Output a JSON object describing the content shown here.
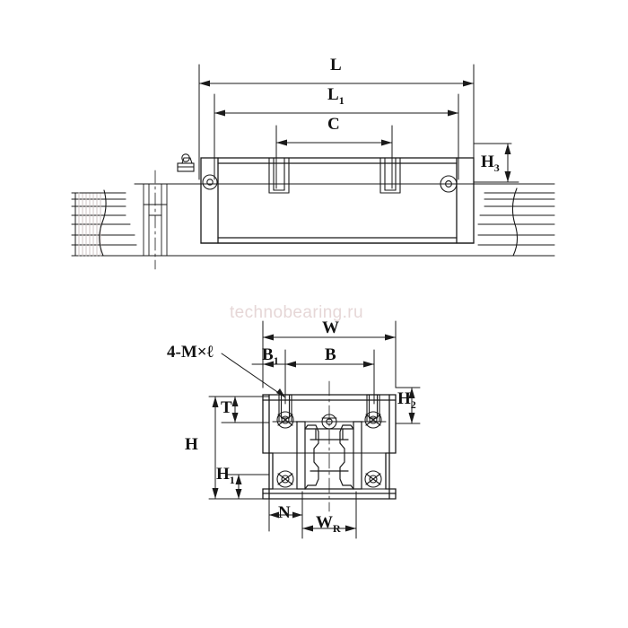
{
  "page": {
    "watermark": "technobearing.ru",
    "background": "#ffffff",
    "line_color": "#1a1a1a"
  },
  "diagram": {
    "type": "linear-guide-technical-drawing",
    "views": [
      {
        "name": "side-view",
        "description": "Linear guideway block mounted on rail, side elevation"
      },
      {
        "name": "front-view",
        "description": "Linear guideway block cross-section, front elevation"
      }
    ]
  },
  "labels": {
    "side": {
      "L": {
        "text": "L",
        "sub": ""
      },
      "L1": {
        "text": "L",
        "sub": "1"
      },
      "C": {
        "text": "C",
        "sub": ""
      },
      "H3": {
        "text": "H",
        "sub": "3"
      }
    },
    "front": {
      "W": {
        "text": "W",
        "sub": ""
      },
      "B": {
        "text": "B",
        "sub": ""
      },
      "B1": {
        "text": "B",
        "sub": "1"
      },
      "H": {
        "text": "H",
        "sub": ""
      },
      "H1": {
        "text": "H",
        "sub": "1"
      },
      "H2": {
        "text": "H",
        "sub": "2"
      },
      "T": {
        "text": "T",
        "sub": ""
      },
      "N": {
        "text": "N",
        "sub": ""
      },
      "WR": {
        "text": "W",
        "sub": "R"
      },
      "thread": {
        "text": "4-M×ℓ",
        "sub": ""
      }
    }
  }
}
